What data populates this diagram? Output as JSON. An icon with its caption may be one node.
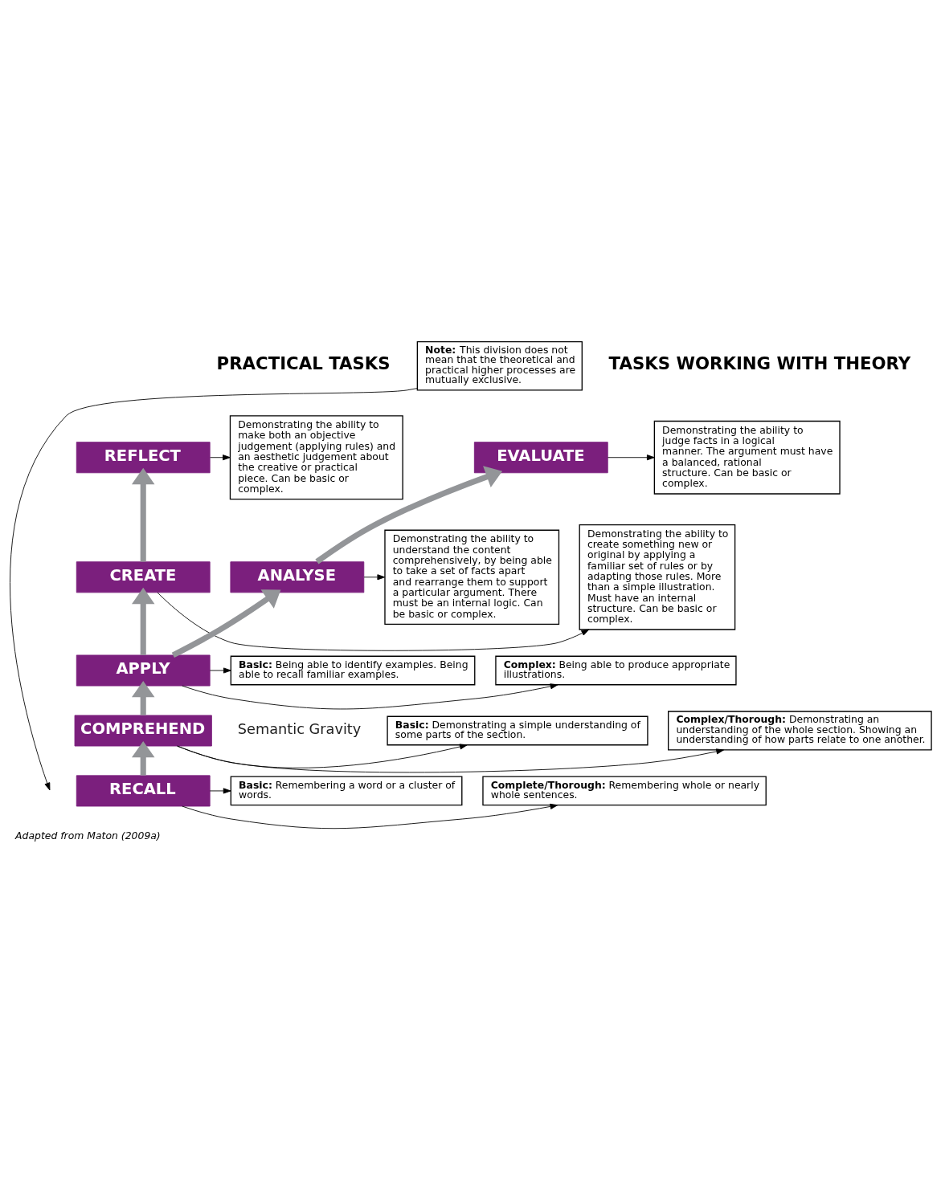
{
  "diagram": {
    "caption": "Adapted from Maton (2009a)",
    "nodes": [
      {
        "text": [
          "REFLECT"
        ]
      },
      {
        "text": [
          "EVALUATE"
        ]
      },
      {
        "text": [
          "CREATE"
        ]
      },
      {
        "text": [
          "ANALYSE"
        ]
      },
      {
        "text": [
          "APPLY"
        ]
      },
      {
        "text": [
          "COMPREHEND"
        ]
      },
      {
        "text": [
          "RECALL"
        ]
      },
      {
        "text": [
          "Demonstrating the ability to make both an objective judgement (applying rules) and an aesthetic judgement about the creative or practical piece. Can be basic or complex."
        ]
      },
      {
        "text": [
          "Demonstrating the ability to judge facts in a logical manner. The argument must have a balanced, rational structure. Can be basic or complex."
        ]
      },
      {
        "text": [
          "Demonstrating the ability to create something new or original by applying a familiar set of rules or by adapting those rules. More than a simple illustration. Must have an internal structure. Can be basic or complex."
        ]
      },
      {
        "text": [
          "Demonstrating the ability to understand the content comprehensively, by being able to take a set of facts apart and rearrange them to support a particular argument. There must be an internal logic. Can be basic or complex."
        ]
      },
      {
        "text": [
          "**Note:** This division does not mean that the theoretical and practical higher processes are mutually exclusive."
        ]
      },
      {
        "text": [
          "**Complex:** Being able to produce appropriate illustrations."
        ]
      },
      {
        "text": [
          "**Basic:** Being able to identify examples. Being able to recall familiar examples."
        ]
      },
      {
        "text": [
          "**Complex/Thorough:** Demonstrating an understanding of the whole section. Showing an understanding of how parts relate to one another."
        ]
      },
      {
        "text": [
          "**Basic:** Demonstrating a simple understanding of some parts of the section."
        ]
      },
      {
        "text": [
          "**Complete/Thorough:** Remembering whole or nearly whole sentences."
        ]
      },
      {
        "text": [
          "**Basic:** Remembering a word or a cluster of words."
        ]
      }
    ],
    "edges": [
      {
        "from": 6,
        "to": 5,
        "arrow": "to",
        "style": "thick",
        "color": "#939598"
      },
      {
        "from": 5,
        "to": 4,
        "arrow": "to",
        "style": "thick",
        "color": "#939598"
      },
      {
        "from": 4,
        "to": 2,
        "arrow": "to",
        "style": "thick",
        "color": "#939598"
      },
      {
        "from": 4,
        "to": 3,
        "arrow": "to",
        "style": "thick",
        "color": "#939598"
      },
      {
        "from": 2,
        "to": 0,
        "arrow": "to",
        "style": "thick",
        "color": "#939598"
      },
      {
        "from": 3,
        "to": 1,
        "arrow": "to",
        "style": "thick",
        "color": "#939598"
      },
      {
        "from": 0,
        "to": 7,
        "arrow": "to"
      },
      {
        "from": 1,
        "to": 8,
        "arrow": "to"
      },
      {
        "from": 2,
        "to": 9,
        "arrow": "to"
      },
      {
        "from": 3,
        "to": 10,
        "arrow": "to"
      },
      {
        "from": 4,
        "to": 12,
        "arrow": "to"
      },
      {
        "from": 4,
        "to": 13,
        "arrow": "to"
      },
      {
        "from": 5,
        "to": 14,
        "arrow": "to"
      },
      {
        "from": 5,
        "to": 15,
        "arrow": "to"
      },
      {
        "from": 6,
        "to": 16,
        "arrow": "to"
      },
      {
        "from": 6,
        "to": 17,
        "arrow": "to"
      },
      {
        "from": 11,
        "to": null,
        "arrow": "to"
      }
    ],
    "labels": [
      "PRACTICAL TASKS",
      "TASKS WORKING WITH THEORY",
      "Semantic Gravity"
    ]
  }
}
